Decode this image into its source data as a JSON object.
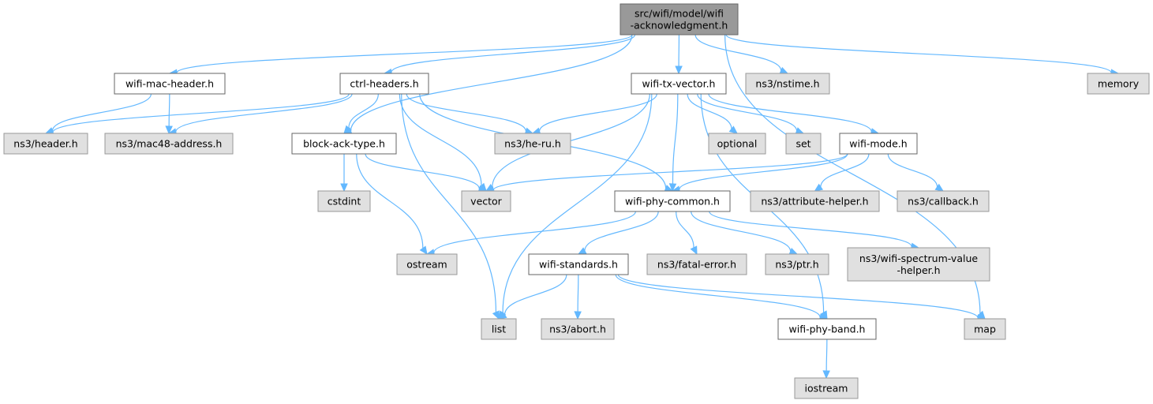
{
  "colors": {
    "edge": "#63b8ff",
    "root_fill": "#999999",
    "local_fill": "#ffffff",
    "external_fill": "#e0e0e0",
    "border": "#666666"
  },
  "nodes": [
    {
      "id": "root",
      "lines": [
        "src/wifi/model/wifi",
        "-acknowledgment.h"
      ],
      "kind": "root"
    },
    {
      "id": "wifi-mac-header",
      "lines": [
        "wifi-mac-header.h"
      ],
      "kind": "local"
    },
    {
      "id": "ctrl-headers",
      "lines": [
        "ctrl-headers.h"
      ],
      "kind": "local"
    },
    {
      "id": "wifi-tx-vector",
      "lines": [
        "wifi-tx-vector.h"
      ],
      "kind": "local"
    },
    {
      "id": "nstime",
      "lines": [
        "ns3/nstime.h"
      ],
      "kind": "external"
    },
    {
      "id": "memory",
      "lines": [
        "memory"
      ],
      "kind": "external"
    },
    {
      "id": "header",
      "lines": [
        "ns3/header.h"
      ],
      "kind": "external"
    },
    {
      "id": "mac48",
      "lines": [
        "ns3/mac48-address.h"
      ],
      "kind": "external"
    },
    {
      "id": "block-ack-type",
      "lines": [
        "block-ack-type.h"
      ],
      "kind": "local"
    },
    {
      "id": "he-ru",
      "lines": [
        "ns3/he-ru.h"
      ],
      "kind": "external"
    },
    {
      "id": "optional",
      "lines": [
        "optional"
      ],
      "kind": "external"
    },
    {
      "id": "set",
      "lines": [
        "set"
      ],
      "kind": "external"
    },
    {
      "id": "wifi-mode",
      "lines": [
        "wifi-mode.h"
      ],
      "kind": "local"
    },
    {
      "id": "cstdint",
      "lines": [
        "cstdint"
      ],
      "kind": "external"
    },
    {
      "id": "vector",
      "lines": [
        "vector"
      ],
      "kind": "external"
    },
    {
      "id": "wifi-phy-common",
      "lines": [
        "wifi-phy-common.h"
      ],
      "kind": "local"
    },
    {
      "id": "attribute-helper",
      "lines": [
        "ns3/attribute-helper.h"
      ],
      "kind": "external"
    },
    {
      "id": "callback",
      "lines": [
        "ns3/callback.h"
      ],
      "kind": "external"
    },
    {
      "id": "ostream",
      "lines": [
        "ostream"
      ],
      "kind": "external"
    },
    {
      "id": "wifi-standards",
      "lines": [
        "wifi-standards.h"
      ],
      "kind": "local"
    },
    {
      "id": "fatal-error",
      "lines": [
        "ns3/fatal-error.h"
      ],
      "kind": "external"
    },
    {
      "id": "ptr",
      "lines": [
        "ns3/ptr.h"
      ],
      "kind": "external"
    },
    {
      "id": "spectrum",
      "lines": [
        "ns3/wifi-spectrum-value",
        "-helper.h"
      ],
      "kind": "external"
    },
    {
      "id": "list",
      "lines": [
        "list"
      ],
      "kind": "external"
    },
    {
      "id": "abort",
      "lines": [
        "ns3/abort.h"
      ],
      "kind": "external"
    },
    {
      "id": "wifi-phy-band",
      "lines": [
        "wifi-phy-band.h"
      ],
      "kind": "local"
    },
    {
      "id": "map",
      "lines": [
        "map"
      ],
      "kind": "external"
    },
    {
      "id": "iostream",
      "lines": [
        "iostream"
      ],
      "kind": "external"
    }
  ],
  "edges": [
    {
      "from": "root",
      "to": "wifi-mac-header"
    },
    {
      "from": "root",
      "to": "ctrl-headers"
    },
    {
      "from": "root",
      "to": "block-ack-type"
    },
    {
      "from": "root",
      "to": "wifi-tx-vector"
    },
    {
      "from": "root",
      "to": "nstime"
    },
    {
      "from": "root",
      "to": "memory"
    },
    {
      "from": "root",
      "to": "map"
    },
    {
      "from": "wifi-mac-header",
      "to": "header"
    },
    {
      "from": "wifi-mac-header",
      "to": "mac48"
    },
    {
      "from": "ctrl-headers",
      "to": "header"
    },
    {
      "from": "ctrl-headers",
      "to": "mac48"
    },
    {
      "from": "ctrl-headers",
      "to": "block-ack-type"
    },
    {
      "from": "ctrl-headers",
      "to": "he-ru"
    },
    {
      "from": "ctrl-headers",
      "to": "vector"
    },
    {
      "from": "ctrl-headers",
      "to": "wifi-phy-common"
    },
    {
      "from": "ctrl-headers",
      "to": "list"
    },
    {
      "from": "wifi-tx-vector",
      "to": "he-ru"
    },
    {
      "from": "wifi-tx-vector",
      "to": "vector"
    },
    {
      "from": "wifi-tx-vector",
      "to": "wifi-phy-common"
    },
    {
      "from": "wifi-tx-vector",
      "to": "optional"
    },
    {
      "from": "wifi-tx-vector",
      "to": "set"
    },
    {
      "from": "wifi-tx-vector",
      "to": "wifi-mode"
    },
    {
      "from": "wifi-tx-vector",
      "to": "list"
    },
    {
      "from": "wifi-tx-vector",
      "to": "wifi-phy-band"
    },
    {
      "from": "block-ack-type",
      "to": "cstdint"
    },
    {
      "from": "block-ack-type",
      "to": "vector"
    },
    {
      "from": "block-ack-type",
      "to": "ostream"
    },
    {
      "from": "wifi-mode",
      "to": "vector"
    },
    {
      "from": "wifi-mode",
      "to": "wifi-phy-common"
    },
    {
      "from": "wifi-mode",
      "to": "attribute-helper"
    },
    {
      "from": "wifi-mode",
      "to": "callback"
    },
    {
      "from": "wifi-phy-common",
      "to": "ostream"
    },
    {
      "from": "wifi-phy-common",
      "to": "wifi-standards"
    },
    {
      "from": "wifi-phy-common",
      "to": "fatal-error"
    },
    {
      "from": "wifi-phy-common",
      "to": "ptr"
    },
    {
      "from": "wifi-phy-common",
      "to": "spectrum"
    },
    {
      "from": "wifi-standards",
      "to": "list"
    },
    {
      "from": "wifi-standards",
      "to": "abort"
    },
    {
      "from": "wifi-standards",
      "to": "wifi-phy-band"
    },
    {
      "from": "wifi-standards",
      "to": "map"
    },
    {
      "from": "wifi-phy-band",
      "to": "iostream"
    }
  ]
}
